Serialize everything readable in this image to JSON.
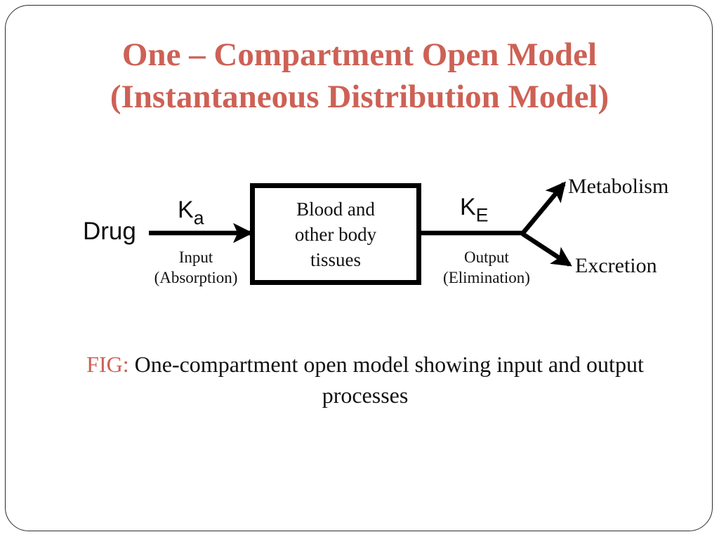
{
  "slide": {
    "title_line1": "One – Compartment Open Model",
    "title_line2": "(Instantaneous Distribution Model)",
    "title_color": "#cd6155",
    "frame_color": "#2b2b2b",
    "background_color": "#ffffff"
  },
  "diagram": {
    "type": "flow-diagram",
    "compartment_box": {
      "label": "Blood and\nother body\ntissues",
      "border_color": "#000000",
      "fill_color": "#ffffff"
    },
    "input": {
      "source_label": "Drug",
      "rate_constant": "K",
      "rate_constant_subscript": "a",
      "process_label": "Input\n(Absorption)",
      "arrow_direction": "right"
    },
    "output": {
      "rate_constant": "K",
      "rate_constant_subscript": "E",
      "process_label": "Output\n(Elimination)",
      "arrow_direction": "fork-right",
      "destinations": [
        {
          "label": "Metabolism",
          "branch": "upper"
        },
        {
          "label": "Excretion",
          "branch": "lower"
        }
      ]
    },
    "arrow_color": "#000000"
  },
  "caption": {
    "fig_tag": "FIG:",
    "text": " One-compartment open model showing  input and output processes",
    "fig_tag_color": "#cd6155"
  }
}
